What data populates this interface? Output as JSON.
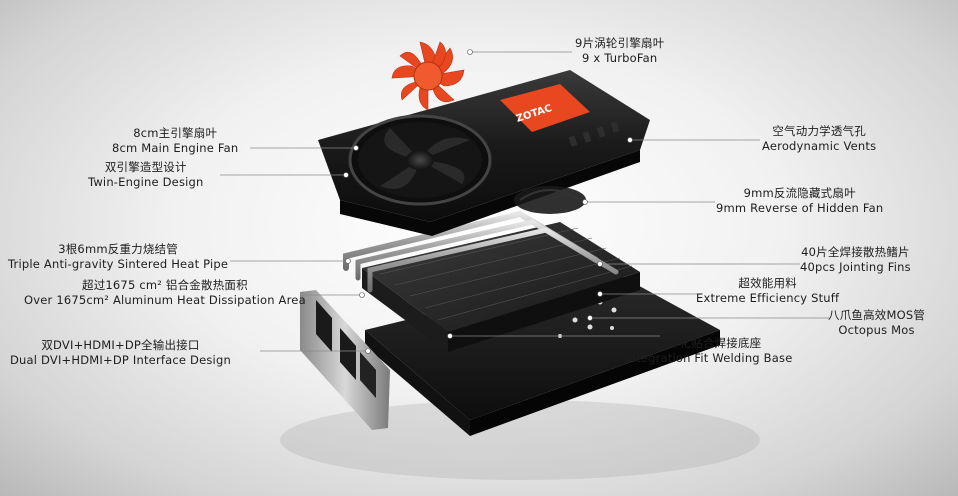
{
  "brand_logo_text": "ZOTAC",
  "colors": {
    "accent_orange": "#e8471f",
    "shroud_dark": "#1c1c1c",
    "fin_dark": "#2a2a2a",
    "heatpipe_silver": "#b9b9b9",
    "background_center": "#ffffff"
  },
  "labels": {
    "turbofan": {
      "zh": "9片涡轮引擎扇叶",
      "en": "9 x TurboFan"
    },
    "main_fan": {
      "zh": "8cm主引擎扇叶",
      "en": "8cm Main Engine Fan"
    },
    "twin_engine": {
      "zh": "双引擎造型设计",
      "en": "Twin-Engine Design"
    },
    "aero_vents": {
      "zh": "空气动力学透气孔",
      "en": "Aerodynamic Vents"
    },
    "hidden_fan": {
      "zh": "9mm反流隐藏式扇叶",
      "en": "9mm Reverse of Hidden Fan"
    },
    "heat_pipe": {
      "zh": "3根6mm反重力烧结管",
      "en": "Triple Anti-gravity Sintered Heat Pipe"
    },
    "jointing_fins": {
      "zh": "40片全焊接散热鳍片",
      "en": "40pcs Jointing Fins"
    },
    "efficiency": {
      "zh": "超效能用料",
      "en": "Extreme Efficiency Stuff"
    },
    "aluminum_area": {
      "zh": "超过1675 cm² 铝合金散热面积",
      "en": "Over 1675cm²  Aluminum Heat Dissipation Area"
    },
    "octopus_mos": {
      "zh": "八爪鱼高效MOS管",
      "en": "Octopus Mos"
    },
    "io_ports": {
      "zh": "双DVI+HDMI+DP全输出接口",
      "en": "Dual DVI+HDMI+DP Interface Design"
    },
    "welding_base": {
      "zh": "一体化贴合焊接底座",
      "en": "Integration Fit Welding Base"
    }
  }
}
